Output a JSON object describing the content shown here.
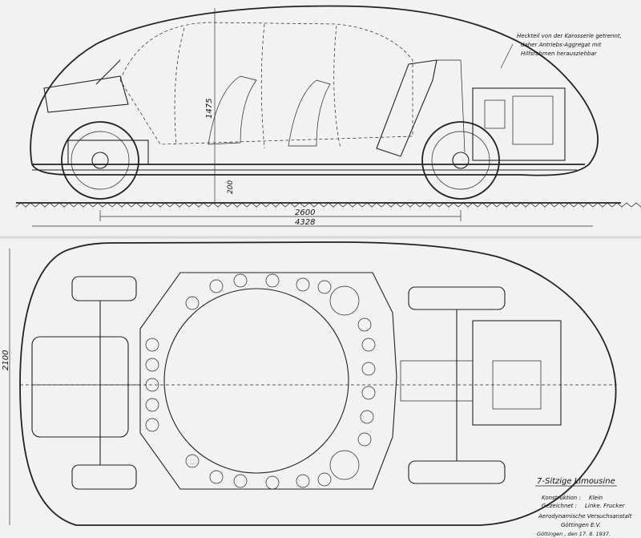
{
  "drawing": {
    "side_view": {
      "note_lines": [
        "Heckteil von der Karosserie getrennt,",
        "daher Antriebs-Aggregat mit",
        "Hilfsrahmen herausziehbar"
      ],
      "dimensions": {
        "height": "1475",
        "ground_clearance": "200",
        "wheelbase": "2600",
        "length": "4328"
      }
    },
    "plan_view": {
      "dimensions": {
        "width": "2100"
      }
    },
    "title_block": {
      "title": "7-Sitzige Limousine",
      "design_label": "Konstruktion :",
      "design_signature": "Klein",
      "drawn_label": "Gezeichnet :",
      "drawn_signature": "Linke. Frucker",
      "institute": "Aerodynamische Versuchsanstalt",
      "city": "Göttingen E.V.",
      "date_line": "Göttingen , den 17. 8. 1937."
    },
    "colors": {
      "paper": "#f2f2f2",
      "ink": "#222222"
    }
  }
}
